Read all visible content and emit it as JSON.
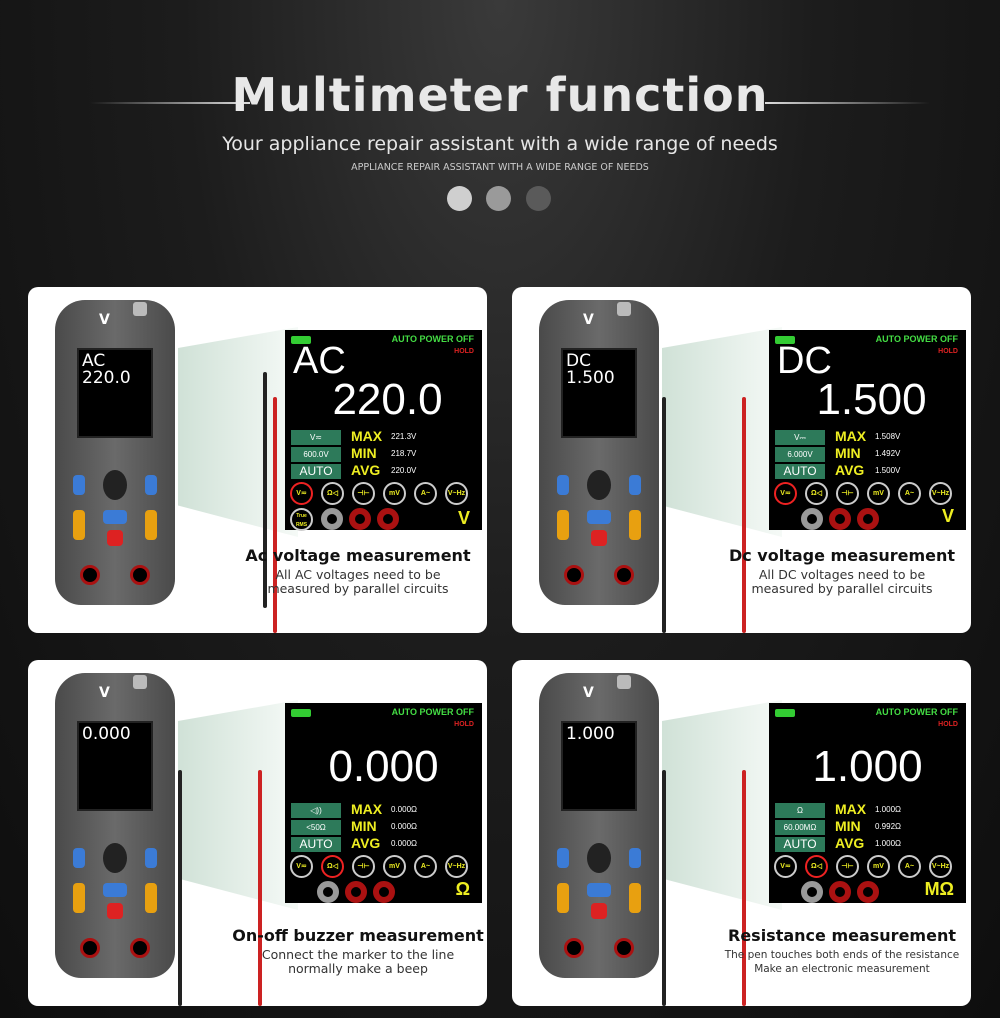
{
  "header": {
    "title": "Multimeter function",
    "subtitle": "Your appliance repair assistant with a wide range of needs",
    "subtitle_caps": "APPLIANCE REPAIR ASSISTANT WITH A WIDE RANGE OF NEEDS",
    "dots": [
      "#cfcfcf",
      "#9a9a9a",
      "#5a5a5a"
    ]
  },
  "screen_common": {
    "auto_power_off": "AUTO POWER OFF",
    "hold": "HOLD",
    "stat_labels": [
      "MAX",
      "MIN",
      "AVG"
    ],
    "icons": [
      "V≂",
      "Ω◁",
      "⊣⊢",
      "mV",
      "A~",
      "V~Hz"
    ],
    "true_rms": "True RMS",
    "colors": {
      "accent_green": "#2d7a5a",
      "yellow": "#eeee22",
      "red": "#dd2222"
    }
  },
  "cards": [
    {
      "mode": "AC",
      "value": "220.0",
      "rows": [
        "V≂",
        "600.0V",
        "AUTO"
      ],
      "stats": [
        "221.3V",
        "218.7V",
        "220.0V"
      ],
      "unit": "V",
      "selected": 0,
      "true_rms": true,
      "title": "Ac voltage measurement",
      "lines": [
        "All AC voltages need to be",
        "measured by parallel circuits"
      ]
    },
    {
      "mode": "DC",
      "value": "1.500",
      "rows": [
        "V⎓",
        "6.000V",
        "AUTO"
      ],
      "stats": [
        "1.508V",
        "1.492V",
        "1.500V"
      ],
      "unit": "V",
      "selected": 0,
      "true_rms": false,
      "title": "Dc voltage measurement",
      "lines": [
        "All DC voltages need to be",
        "measured by parallel circuits"
      ]
    },
    {
      "mode": "",
      "value": "0.000",
      "rows": [
        "◁))",
        "<50Ω",
        "AUTO"
      ],
      "stats": [
        "0.000Ω",
        "0.000Ω",
        "0.000Ω"
      ],
      "unit": "Ω",
      "selected": 1,
      "true_rms": false,
      "title": "On-off buzzer measurement",
      "lines": [
        "Connect the marker to the line",
        "normally make a beep"
      ]
    },
    {
      "mode": "",
      "value": "1.000",
      "rows": [
        "Ω",
        "60.00MΩ",
        "AUTO"
      ],
      "stats": [
        "1.000Ω",
        "0.992Ω",
        "1.000Ω"
      ],
      "unit": "MΩ",
      "selected": 1,
      "true_rms": false,
      "title": "Resistance measurement",
      "lines": [
        "The pen touches both ends of the resistance",
        "Make an electronic measurement"
      ]
    }
  ]
}
